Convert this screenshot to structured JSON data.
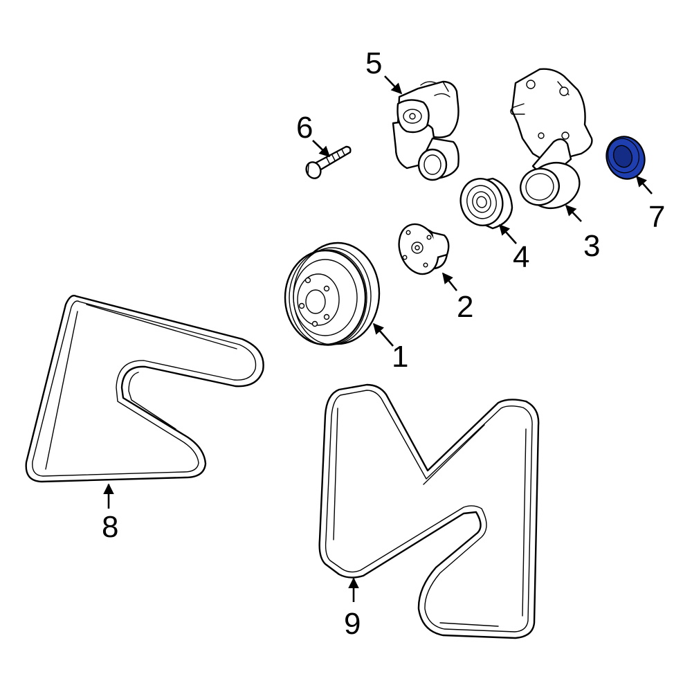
{
  "diagram": {
    "highlight_color": "#1f3fb0",
    "highlighted_part": "7",
    "callouts": {
      "p1": "1",
      "p2": "2",
      "p3": "3",
      "p4": "4",
      "p5": "5",
      "p6": "6",
      "p7": "7",
      "p8": "8",
      "p9": "9"
    }
  }
}
